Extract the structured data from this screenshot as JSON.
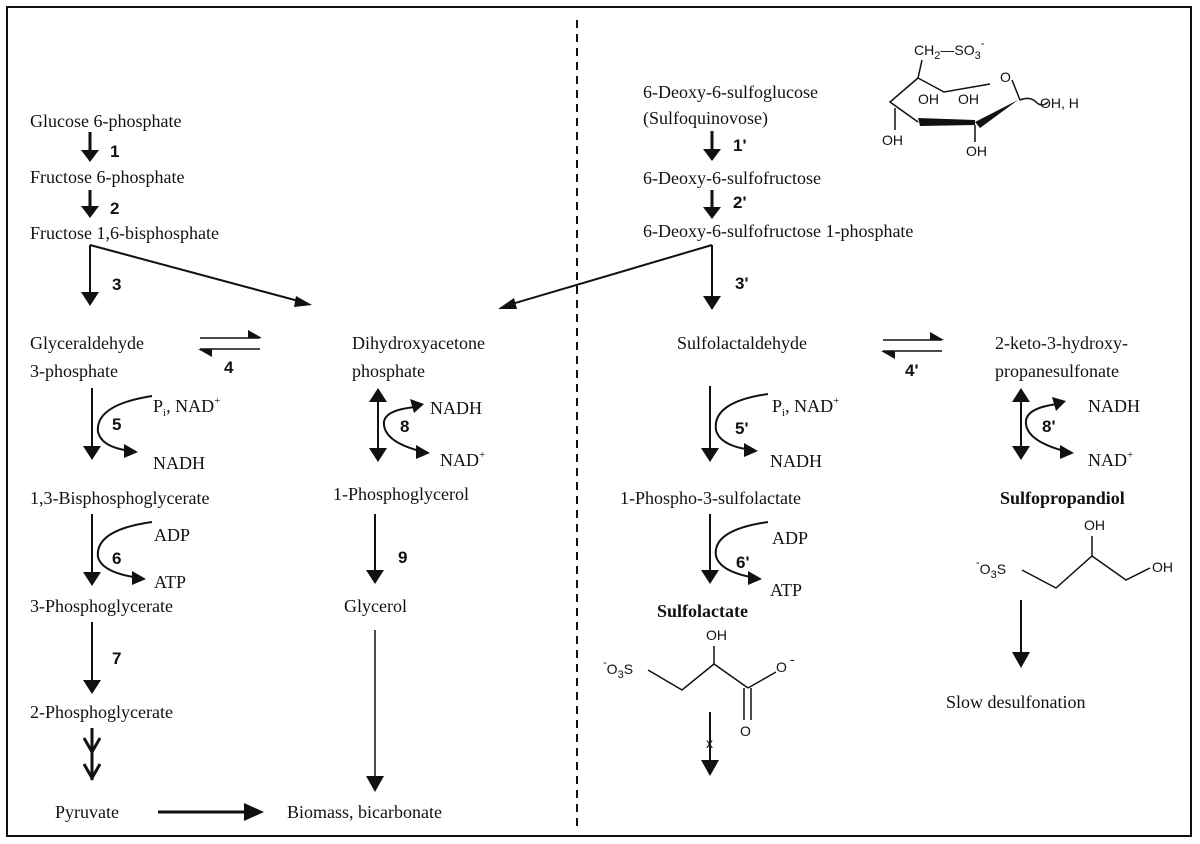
{
  "left": {
    "glucose6p": "Glucose 6-phosphate",
    "fructose6p": "Fructose 6-phosphate",
    "fructose16bp": "Fructose 1,6-bisphosphate",
    "gap_line1": "Glyceraldehyde",
    "gap_line2": "3-phosphate",
    "dhap_line1": "Dihydroxyacetone",
    "dhap_line2": "phosphate",
    "bpg13": "1,3-Bisphosphoglycerate",
    "pg3": "3-Phosphoglycerate",
    "pg2": "2-Phosphoglycerate",
    "pyruvate": "Pyruvate",
    "phosphoglycerol1": "1-Phosphoglycerol",
    "glycerol": "Glycerol",
    "biomass": "Biomass, bicarbonate",
    "pi": "P",
    "pi_sub": "i",
    "nad_plus_comma": ", NAD",
    "plus": "+",
    "nadh": "NADH",
    "nad": "NAD",
    "adp": "ADP",
    "atp": "ATP"
  },
  "right": {
    "sq_line1": "6-Deoxy-6-sulfoglucose",
    "sq_line2": "(Sulfoquinovose)",
    "sf": "6-Deoxy-6-sulfofructose",
    "sfp": "6-Deoxy-6-sulfofructose 1-phosphate",
    "sla": "Sulfolactaldehyde",
    "khps_line1": "2-keto-3-hydroxy-",
    "khps_line2": "propanesulfonate",
    "psl": "1-Phospho-3-sulfolactate",
    "sulfolactate": "Sulfolactate",
    "sulfopropandiol": "Sulfopropandiol",
    "slow": "Slow desulfonation",
    "x_mark": "x"
  },
  "steps": {
    "s1": "1",
    "s2": "2",
    "s3": "3",
    "s4": "4",
    "s5": "5",
    "s6": "6",
    "s7": "7",
    "s8": "8",
    "s9": "9",
    "p1": "1'",
    "p2": "2'",
    "p3": "3'",
    "p4": "4'",
    "p5": "5'",
    "p6": "6'",
    "p8": "8'"
  },
  "chem": {
    "ch2": "CH",
    "sub2": "2",
    "so3": "SO",
    "sub3": "3",
    "minus": "-",
    "o_ring": "O",
    "oh": "OH",
    "oh_h": "OH, H",
    "o3s_pre": "O",
    "o3s_post": "S",
    "o_minus": "O",
    "o_carbonyl": "O"
  }
}
